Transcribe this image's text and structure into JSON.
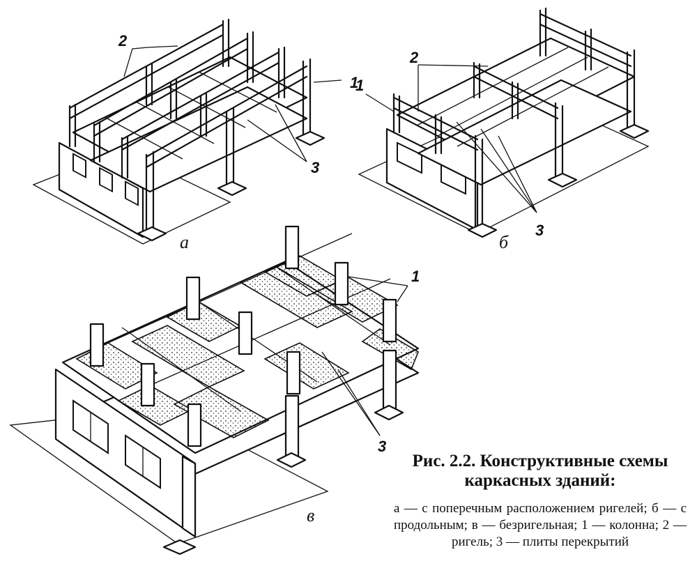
{
  "figure": {
    "labels": {
      "a": "а",
      "b": "б",
      "v": "в"
    },
    "callouts": {
      "column": "1",
      "girder": "2",
      "slab": "3"
    },
    "caption": {
      "title_line1": "Рис. 2.2. Конструктивные схемы",
      "title_line2": "каркасных зданий:",
      "description": "а — с поперечным расположением ригелей; б — с продольным; в — безригельная; 1 — колонна; 2 — ригель; 3 — плиты перекрытий"
    }
  }
}
